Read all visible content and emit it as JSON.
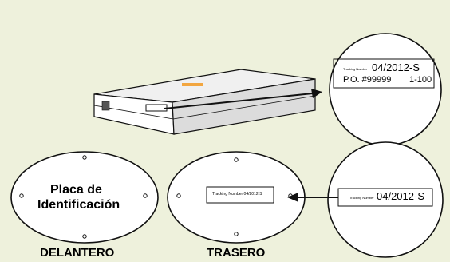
{
  "colors": {
    "background": "#eef1dc",
    "panel_fill": "#ffffff",
    "outline": "#111111",
    "box_top": "#f0f0f0",
    "box_side": "#dcdcdc",
    "box_accent": "#f2a640"
  },
  "magnifier_top": {
    "tracking_label": "Tracking Number",
    "tracking_value": "04/2012-S",
    "po_label": "P.O. #99999",
    "po_range": "1-100"
  },
  "magnifier_bottom": {
    "tracking_label": "Tracking Number",
    "tracking_value": "04/2012-S"
  },
  "front_plate": {
    "text_line1": "Placa de",
    "text_line2": "Identificación",
    "caption": "DELANTERO"
  },
  "back_plate": {
    "label_text": "Tracking Number 04/2012-S",
    "caption": "TRASERO"
  },
  "icons": {
    "pointer_arrow_top": "arrow-right",
    "pointer_arrow_bottom": "arrow-left"
  }
}
